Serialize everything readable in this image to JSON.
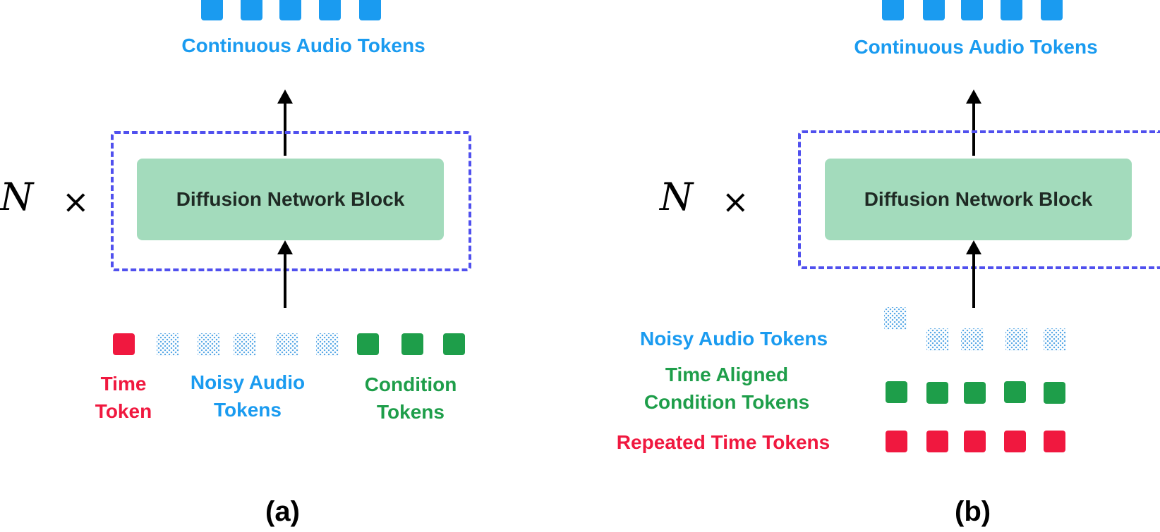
{
  "panel_a": {
    "output_label": "Continuous Audio Tokens",
    "multiplier_symbol": "N",
    "times_symbol": "×",
    "block_label": "Diffusion Network Block",
    "time_label_line1": "Time",
    "time_label_line2": "Token",
    "noisy_label_line1": "Noisy Audio",
    "noisy_label_line2": "Tokens",
    "condition_label_line1": "Condition",
    "condition_label_line2": "Tokens",
    "caption": "(a)"
  },
  "panel_b": {
    "output_label": "Continuous Audio Tokens",
    "multiplier_symbol": "N",
    "times_symbol": "×",
    "block_label": "Diffusion Network Block",
    "noisy_label": "Noisy Audio Tokens",
    "condition_label_line1": "Time Aligned",
    "condition_label_line2": "Condition Tokens",
    "repeated_label": "Repeated Time Tokens",
    "caption": "(b)"
  },
  "colors": {
    "audio_blue": "#1a9bf0",
    "condition_green": "#1e9e4a",
    "time_red": "#f0183f",
    "block_green": "#a3dbbc",
    "dashed_border": "#5050ee"
  }
}
